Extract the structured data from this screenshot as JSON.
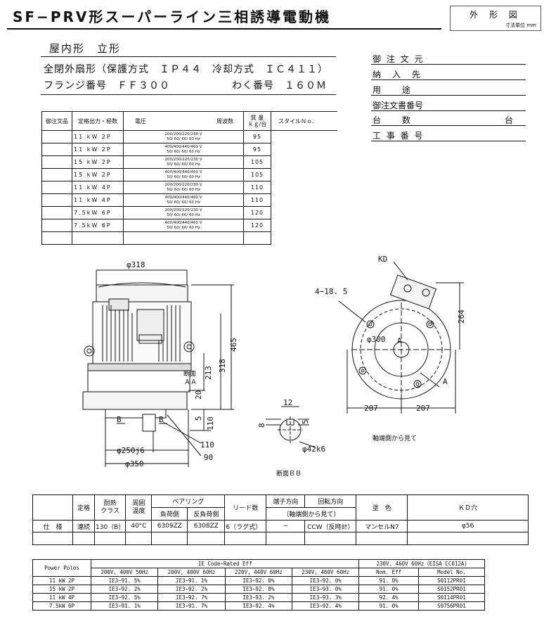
{
  "header": {
    "title": "SF−PRV形スーパーライン三相誘導電動機",
    "box_title": "外 形 図",
    "box_note": "寸法単位  mm"
  },
  "sub": {
    "type": "屋内形　立形",
    "spec_line1": "全閉外扇形（保護方式　ＩＰ４４　冷却方式　ＩＣ４１１）",
    "spec_line2a": "フランジ番号　ＦＦ３００",
    "spec_line2b": "わく番号　１６０Ｍ"
  },
  "order_fields": [
    {
      "label": "御 注 文 元"
    },
    {
      "label": "納　入　先"
    },
    {
      "label": "用　　途"
    },
    {
      "label": "御注文書番号"
    },
    {
      "label": "台　　数",
      "unit": "台"
    },
    {
      "label": "工 事 番 号"
    }
  ],
  "rating_table": {
    "headers": {
      "order": "御注文品",
      "rating": "定格出力・極数",
      "voltage": "電圧",
      "frequency": "周波数",
      "mass1": "質 量",
      "mass2": "ｋｇ/台",
      "style": "スタイルＮｏ."
    },
    "rows": [
      {
        "cap": "11 kW 2P",
        "v": "200/200/220/230 V",
        "hz": "50/ 60/ 60/ 60 Hz",
        "kg": "95"
      },
      {
        "cap": "11 kW 2P",
        "v": "400/400/440/460 V",
        "hz": "50/ 60/ 60/ 60 Hz",
        "kg": "95"
      },
      {
        "cap": "15 kW 2P",
        "v": "200/200/220/230 V",
        "hz": "50/ 60/ 60/ 60 Hz",
        "kg": "105"
      },
      {
        "cap": "15 kW 2P",
        "v": "400/400/440/460 V",
        "hz": "50/ 60/ 60/ 60 Hz",
        "kg": "105"
      },
      {
        "cap": "11 kW 4P",
        "v": "200/200/220/230 V",
        "hz": "50/ 60/ 60/ 60 Hz",
        "kg": "110"
      },
      {
        "cap": "11 kW 4P",
        "v": "400/400/440/460 V",
        "hz": "50/ 60/ 60/ 60 Hz",
        "kg": "110"
      },
      {
        "cap": "7.5kW 6P",
        "v": "200/200/220/230 V",
        "hz": "50/ 60/ 60/ 60 Hz",
        "kg": "120"
      },
      {
        "cap": "7.5kW 6P",
        "v": "400/400/440/460 V",
        "hz": "50/ 60/ 60/ 60 Hz",
        "kg": "120"
      }
    ]
  },
  "dims": {
    "d318": "φ318",
    "h465": "465",
    "h318": "318",
    "h213": "213",
    "h20": "20",
    "h5": "5",
    "h110": "110",
    "w110": "110",
    "w90": "90",
    "d250": "φ250j6",
    "d350": "φ350",
    "section_aa": "断面\nＡＡ",
    "b": "B",
    "kd": "KD",
    "holes": "4−18. 5",
    "d300": "φ300",
    "h264": "264",
    "w207a": "207",
    "w207b": "207",
    "a": "A",
    "shaft_view": "軸端側から見て",
    "k12": "12",
    "k8": "8",
    "k5": "5",
    "d42": "φ42k6",
    "section_bb": "断面ＢＢ"
  },
  "spec_table": {
    "h": [
      "定格",
      "耐熱\nクラス",
      "周囲\n温度",
      "ベアリング",
      "負荷側",
      "反負荷側",
      "リード数",
      "端子方向",
      "回転方向",
      "（軸端側から見て）",
      "塗　色",
      "ＫＤ穴"
    ],
    "row_label": "仕　様",
    "vals": [
      "連続",
      "130（B）",
      "40°C",
      "6309ZZ",
      "6308ZZ",
      "6（ラグ式）",
      "−",
      "CCW（反時計）",
      "マンセルN7",
      "φ56"
    ]
  },
  "eff_table": {
    "power_poles": "Power Poles",
    "ie_header": "IE Code−Rated Eff",
    "right_header": "230V, 460V 60Hz（EISA CC012A)",
    "cols": [
      "200V, 400V 50Hz",
      "200V, 400V 60Hz",
      "220V, 440V 60Hz",
      "230V, 460V 60Hz",
      "Nom. Eff",
      "Model No."
    ],
    "rows": [
      [
        "11 kW 2P",
        "IE3−91. 5%",
        "IE3−91. 1%",
        "IE3−92. 0%",
        "IE3−92. 0%",
        "91. 0%",
        "S0112PR01"
      ],
      [
        "15 kW 2P",
        "IE3−92. 2%",
        "IE3−92. 2%",
        "IE3−92. 8%",
        "IE3−93. 0%",
        "91. 0%",
        "S0152PR01"
      ],
      [
        "11 kW 4P",
        "IE3−92. 5%",
        "IE3−92. 7%",
        "IE3−93. 2%",
        "IE3−93. 3%",
        "92. 4%",
        "S0114PR01"
      ],
      [
        "7.5kW 6P",
        "IE3−91. 1%",
        "IE3−91. 7%",
        "IE3−92. 4%",
        "IE3−92. 4%",
        "91. 0%",
        "S9756PR01"
      ]
    ]
  }
}
